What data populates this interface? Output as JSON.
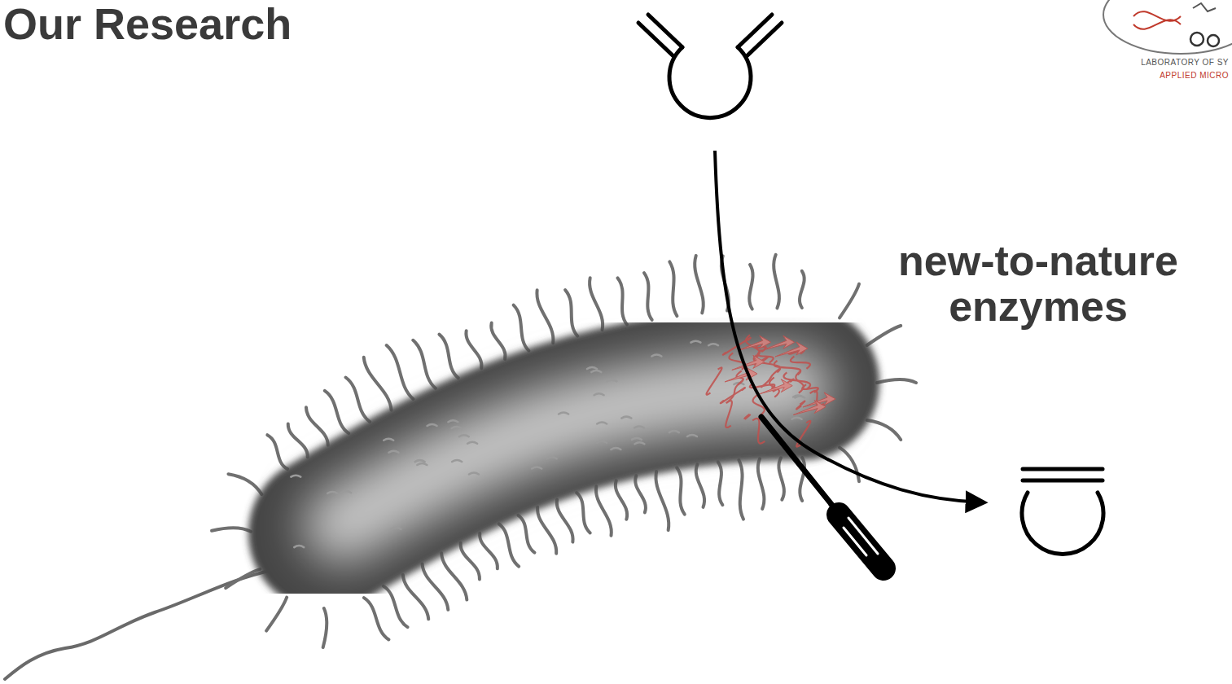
{
  "diagram": {
    "title": "Our Research",
    "labels": [
      "new-to-nature enzymes",
      "LABORATORY OF SY",
      "APPLIED MICRO"
    ]
  }
}
